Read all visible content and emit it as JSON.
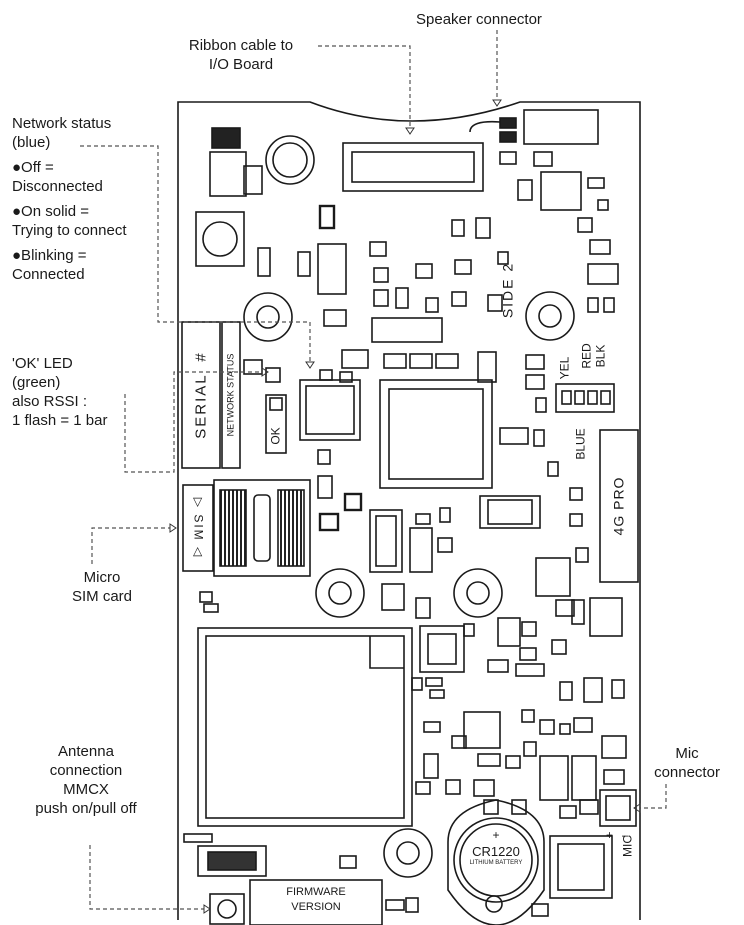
{
  "callouts": {
    "speaker": [
      "Speaker connector"
    ],
    "ribbon": [
      "Ribbon cable to",
      "I/O Board"
    ],
    "network": {
      "heading": [
        "Network status",
        "(blue)"
      ],
      "states": [
        [
          "●Off =",
          "Disconnected"
        ],
        [
          "●On solid =",
          "Trying to connect"
        ],
        [
          "●Blinking =",
          "Connected"
        ]
      ]
    },
    "ok_led": [
      "'OK' LED",
      "(green)",
      "also RSSI :",
      "1 flash = 1 bar"
    ],
    "sim": [
      "Micro",
      "SIM card"
    ],
    "antenna": [
      "Antenna",
      "connection",
      "MMCX",
      "push on/pull off"
    ],
    "mic": [
      "Mic",
      "connector"
    ]
  },
  "board": {
    "serial_label": "SERIAL  #",
    "network_status_label": "NETWORK STATUS",
    "ok_label": "OK",
    "sim_label": "▷ SIM ◁",
    "model_label": "4G PRO",
    "side_label": "SIDE 2",
    "wire_labels": [
      "YEL",
      "RED",
      "BLK",
      "BLUE"
    ],
    "battery": {
      "sign": "+",
      "model": "CR1220",
      "type": "LITHIUM BATTERY"
    },
    "firmware": [
      "FIRMWARE",
      "VERSION"
    ],
    "mic_label": "MIC",
    "mic_polarity": [
      "+",
      "–"
    ]
  }
}
